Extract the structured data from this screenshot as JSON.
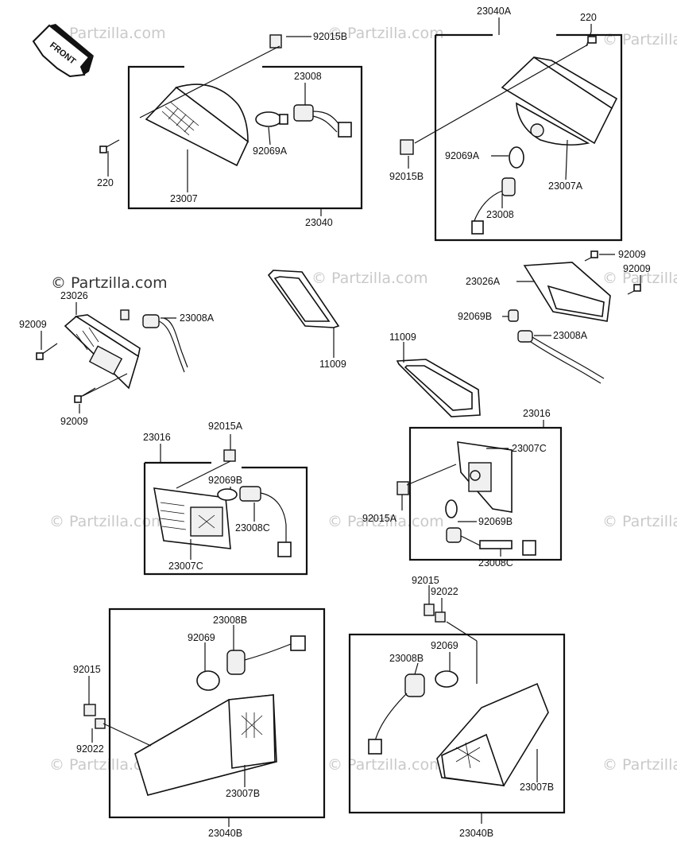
{
  "watermarks": {
    "light": "© Partzilla.com",
    "dark": "© Partzilla.com"
  },
  "front_label": "FRONT",
  "labels": {
    "l_92015B_top": "92015B",
    "l_23008_top": "23008",
    "l_92069A_top": "92069A",
    "l_220_left": "220",
    "l_23007": "23007",
    "l_23040": "23040",
    "l_23040A": "23040A",
    "l_220_right": "220",
    "l_92069A_right": "92069A",
    "l_92015B_right": "92015B",
    "l_23007A": "23007A",
    "l_23008_right": "23008",
    "l_23026": "23026",
    "l_92009_left_top": "92009",
    "l_23008A_left": "23008A",
    "l_92009_left_bottom": "92009",
    "l_11009_left": "11009",
    "l_11009_right": "11009",
    "l_92009_right_a": "92009",
    "l_23026A": "23026A",
    "l_92009_right_b": "92009",
    "l_92069B_right": "92069B",
    "l_23008A_right": "23008A",
    "l_23016_left": "23016",
    "l_92015A_left": "92015A",
    "l_92069B_left": "92069B",
    "l_23008C_left": "23008C",
    "l_23007C_left": "23007C",
    "l_23016_right": "23016",
    "l_23007C_right": "23007C",
    "l_92015A_right": "92015A",
    "l_92069B_right2": "92069B",
    "l_23008C_right": "23008C",
    "l_92015_center": "92015",
    "l_92022_center": "92022",
    "l_23008B_left": "23008B",
    "l_92069_left": "92069",
    "l_92015_left": "92015",
    "l_92022_left": "92022",
    "l_23007B_left": "23007B",
    "l_23040B_left": "23040B",
    "l_23008B_right": "23008B",
    "l_92069_right": "92069",
    "l_23007B_right": "23007B",
    "l_23040B_right": "23040B"
  }
}
